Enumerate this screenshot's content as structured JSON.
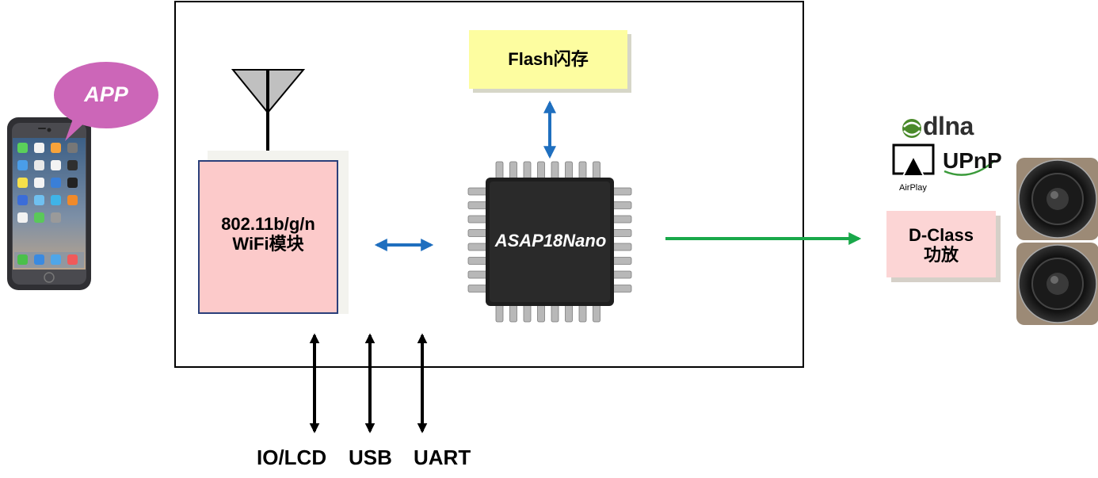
{
  "phone": {
    "bubble_label": "APP"
  },
  "wifi_module": {
    "line1": "802.11b/g/n",
    "line2": "WiFi模块"
  },
  "flash": {
    "label": "Flash闪存"
  },
  "chip": {
    "label": "ASAP18Nano"
  },
  "protocols": {
    "dlna": "dlna",
    "upnp": "UPnP",
    "airplay": "AirPlay"
  },
  "amplifier": {
    "line1": "D-Class",
    "line2": "功放"
  },
  "interfaces": {
    "io_lcd": "IO/LCD",
    "usb": "USB",
    "uart": "UART"
  },
  "colors": {
    "wifi_fill": "#fccaca",
    "flash_fill": "#fdfda0",
    "amp_fill": "#fcd5d5",
    "bubble": "#cc66b8",
    "blue_arrow": "#1f6fbf",
    "green_arrow": "#19a84a",
    "dlna_green": "#4a8a2a",
    "upnp_green": "#3a9a3a"
  }
}
